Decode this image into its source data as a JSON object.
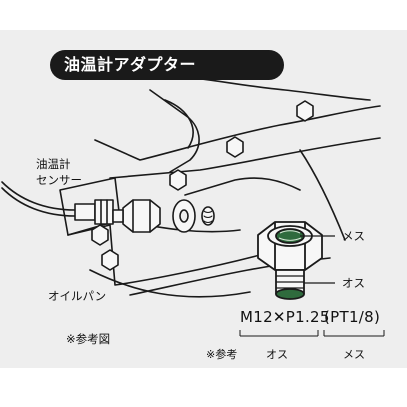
{
  "title": "油温計アダプター",
  "sensor_label_line1": "油温計",
  "sensor_label_line2": "センサー",
  "oil_pan_label": "オイルパン",
  "reference_figure": "※参考図",
  "female_label": "メス",
  "male_label": "オス",
  "spec_male_thread": "M12✕P1.25",
  "spec_female_thread": "(PT1/8)",
  "spec_note_ref": "※参考",
  "spec_note_male": "オス",
  "spec_note_female": "メス",
  "colors": {
    "background_band": "#eeeeee",
    "title_pill": "#1a1a1a",
    "thread_green": "#2f6b3d",
    "bolt_fill": "#f7f7f7",
    "line": "#1a1a1a"
  }
}
